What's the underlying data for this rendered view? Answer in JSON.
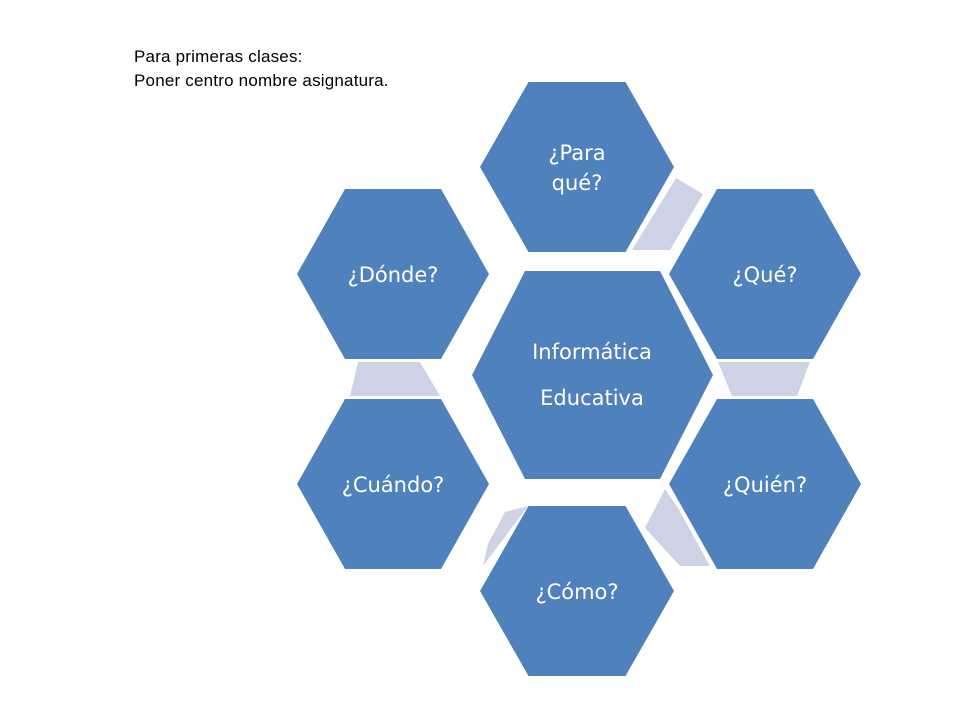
{
  "note": {
    "line1": "Para primeras clases:",
    "line2": "Poner centro nombre asignatura."
  },
  "center": {
    "line1": "Informática",
    "line2": "Educativa"
  },
  "hexagons": [
    {
      "id": "para-que",
      "lines": [
        "¿Para",
        "qué?"
      ]
    },
    {
      "id": "que",
      "lines": [
        "¿Qué?"
      ]
    },
    {
      "id": "quien",
      "lines": [
        "¿Quién?"
      ]
    },
    {
      "id": "como",
      "lines": [
        "¿Cómo?"
      ]
    },
    {
      "id": "cuando",
      "lines": [
        "¿Cuándo?"
      ]
    },
    {
      "id": "donde",
      "lines": [
        "¿Dónde?"
      ]
    }
  ],
  "colors": {
    "hex_fill": "#4f81bd",
    "connector_fill": "#cdd3e4",
    "text": "#ffffff"
  }
}
